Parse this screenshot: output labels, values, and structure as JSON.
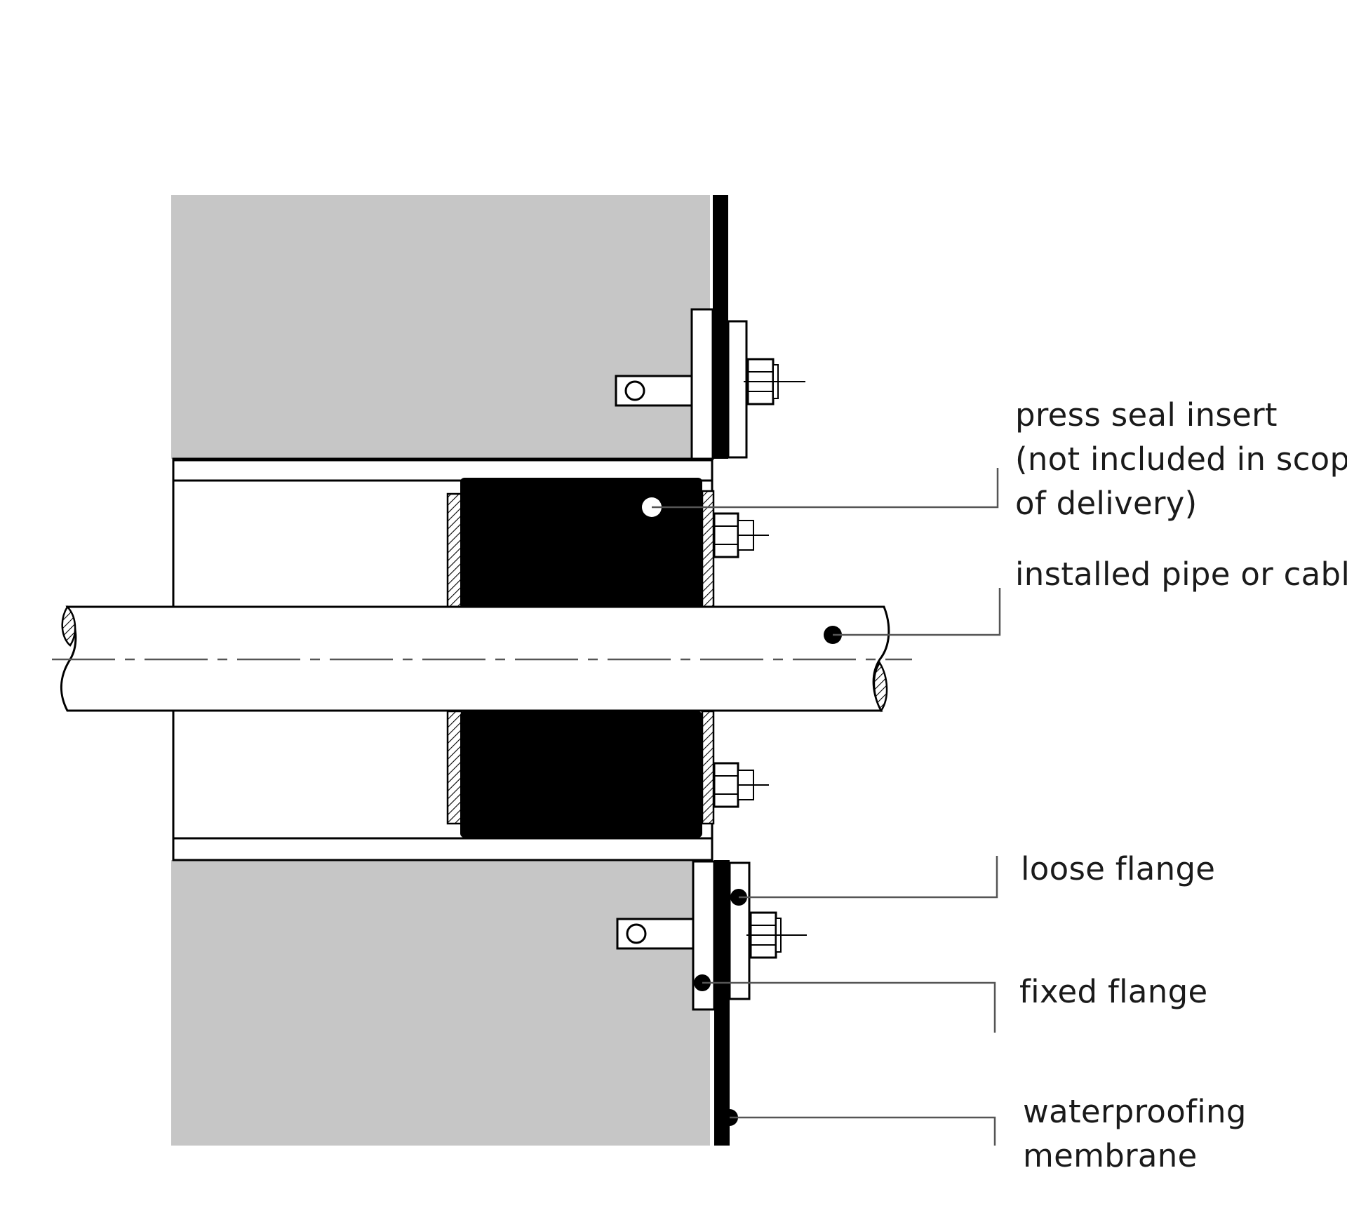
{
  "diagram": {
    "colors": {
      "wall": "#c6c6c6",
      "membrane": "#000000",
      "seal": "#000000",
      "line": "#000000",
      "leader": "#555555",
      "background": "#ffffff"
    },
    "labels": [
      {
        "id": "press-seal-insert",
        "lines": [
          "press seal insert",
          "(not included in scope",
          "of delivery)"
        ]
      },
      {
        "id": "installed-pipe",
        "lines": [
          "installed pipe or cable"
        ]
      },
      {
        "id": "loose-flange",
        "lines": [
          "loose flange"
        ]
      },
      {
        "id": "fixed-flange",
        "lines": [
          "fixed flange"
        ]
      },
      {
        "id": "waterproofing-membrane",
        "lines": [
          "waterproofing",
          "membrane"
        ]
      }
    ]
  }
}
